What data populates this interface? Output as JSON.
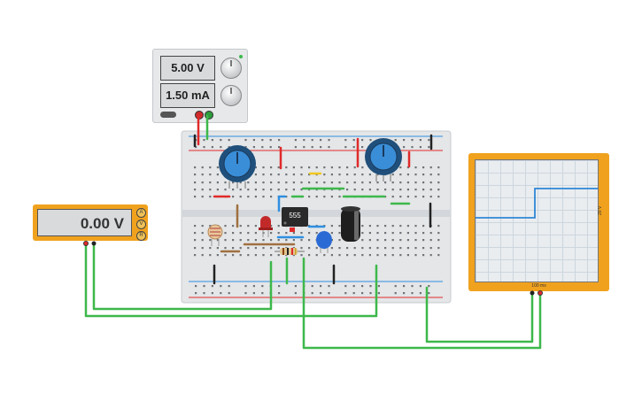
{
  "power_supply": {
    "voltage_display": "5.00 V",
    "current_display": "1.50 mA"
  },
  "multimeter": {
    "display": "0.00 V",
    "mode_buttons": [
      "A",
      "V",
      "R"
    ]
  },
  "oscilloscope": {
    "time_label": "100 ms",
    "volt_label": "20 V"
  },
  "ic": {
    "label": "555"
  },
  "colors": {
    "wire_green": "#3db84a",
    "wire_red": "#e02a2a",
    "wire_blue": "#2f8fe0",
    "instrument_orange": "#f0a21e",
    "trace_blue": "#2f86d6"
  },
  "icons": [
    "power-supply",
    "multimeter",
    "oscilloscope",
    "breadboard",
    "potentiometer",
    "photoresistor",
    "led",
    "capacitor",
    "resistor",
    "ic-555"
  ]
}
